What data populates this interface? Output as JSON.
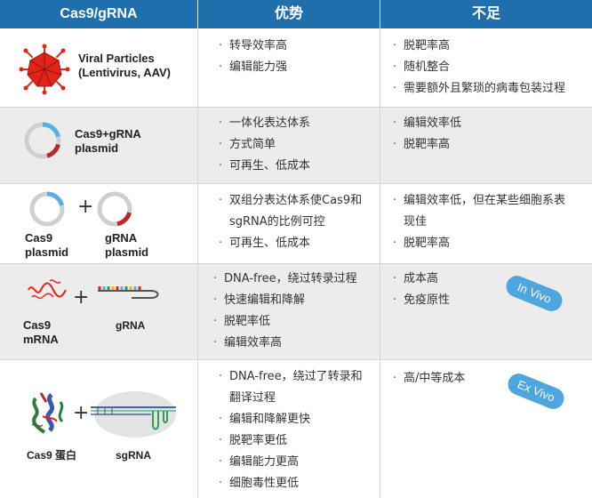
{
  "header": {
    "col1": "Cas9/gRNA",
    "col2": "优势",
    "col3": "不足"
  },
  "colors": {
    "header_bg": "#1f6fad",
    "tag_bg": "#4da6dd",
    "ring_blue": "#5aaee0",
    "ring_red": "#b52b2b",
    "ring_gray": "#cfcfcf",
    "virus_red": "#e2231a"
  },
  "rows": [
    {
      "labels": [
        "Viral Particles",
        "(Lentivirus, AAV)"
      ],
      "pros": [
        "转导效率高",
        "编辑能力强"
      ],
      "cons": [
        "脱靶率高",
        "随机整合",
        "需要额外且繁琐的病毒包装过程"
      ],
      "icon": "virus-icon"
    },
    {
      "labels": [
        "Cas9+gRNA",
        "plasmid"
      ],
      "pros": [
        "一体化表达体系",
        "方式简单",
        "可再生、低成本"
      ],
      "cons": [
        "编辑效率低",
        "脱靶率高"
      ],
      "icon": "plasmid-ring-icon"
    },
    {
      "label_a": [
        "Cas9",
        "plasmid"
      ],
      "label_b": [
        "gRNA",
        "plasmid"
      ],
      "pros": [
        "双组分表达体系使Cas9和sgRNA的比例可控",
        "可再生、低成本"
      ],
      "cons": [
        "编辑效率低，但在某些细胞系表现佳",
        "脱靶率高"
      ],
      "icon": "plasmid-ring-icon"
    },
    {
      "label_a": [
        "Cas9",
        "mRNA"
      ],
      "label_b": [
        "gRNA"
      ],
      "pros": [
        "DNA-free，绕过转录过程",
        "快速编辑和降解",
        "脱靶率低",
        "编辑效率高"
      ],
      "cons": [
        "成本高",
        "免疫原性"
      ],
      "tag": "In Vivo",
      "icon": "mrna-strand-icon"
    },
    {
      "label_a": [
        "Cas9 蛋白"
      ],
      "label_b": [
        "sgRNA"
      ],
      "pros": [
        "DNA-free，绕过了转录和翻译过程",
        "编辑和降解更快",
        "脱靶率更低",
        "编辑能力更高",
        "细胞毒性更低"
      ],
      "cons": [
        "高/中等成本"
      ],
      "tag": "Ex Vivo",
      "icon": "protein-icon"
    }
  ]
}
